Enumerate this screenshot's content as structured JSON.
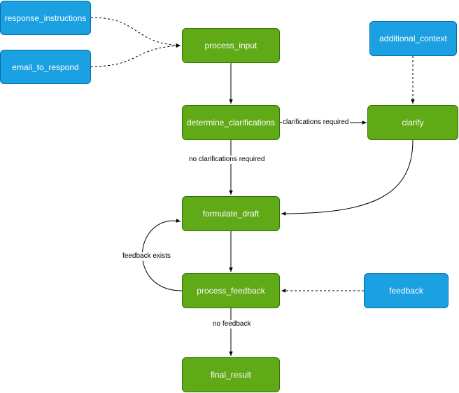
{
  "diagram": {
    "nodes": {
      "response_instructions": "response_instructions",
      "email_to_respond": "email_to_respond",
      "process_input": "process_input",
      "additional_context": "additional_context",
      "determine_clarifications": "determine_clarifications",
      "clarify": "clarify",
      "formulate_draft": "formulate_draft",
      "process_feedback": "process_feedback",
      "feedback": "feedback",
      "final_result": "final_result"
    },
    "edge_labels": {
      "clarifications_required": "clarifications required",
      "no_clarifications_required": "no clarifications required",
      "feedback_exists": "feedback exists",
      "no_feedback": "no feedback"
    },
    "colors": {
      "input_fill": "#1ba1e2",
      "step_fill": "#60a917",
      "edge": "#000000"
    }
  }
}
